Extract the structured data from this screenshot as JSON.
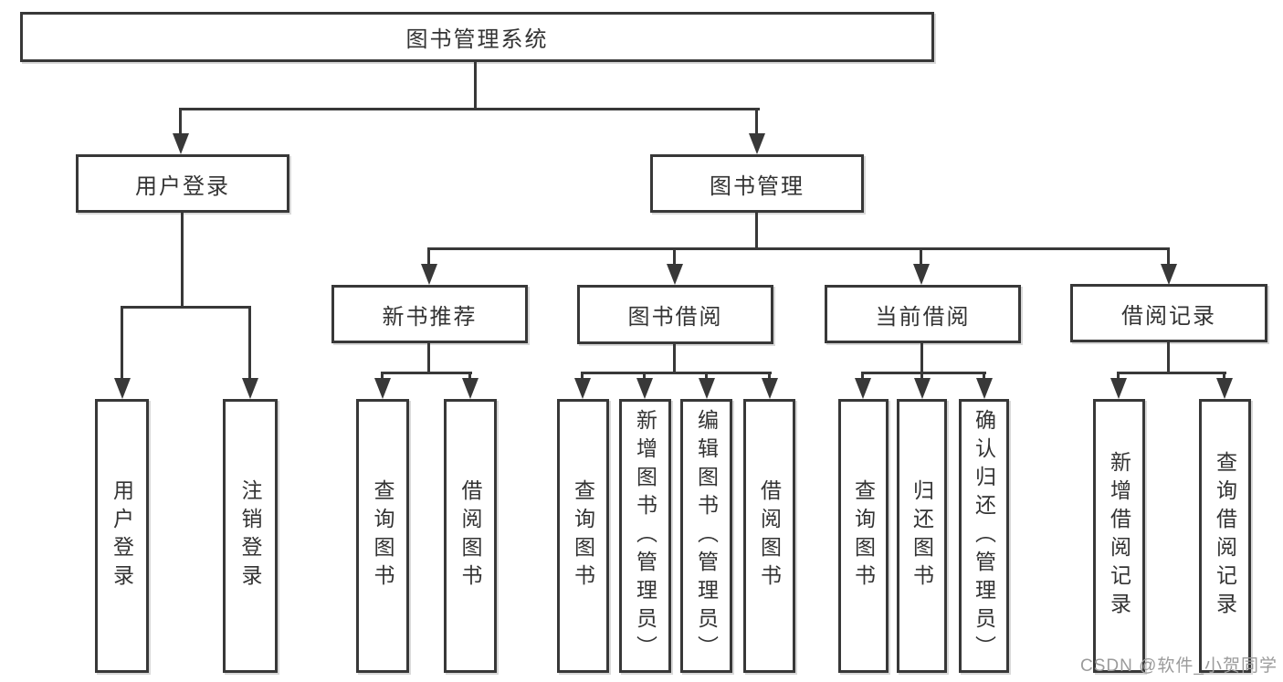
{
  "diagram": {
    "root": {
      "label": "图书管理系统"
    },
    "groups": {
      "user": {
        "label": "用户登录",
        "children": [
          "用户登录",
          "注销登录"
        ]
      },
      "book": {
        "label": "图书管理"
      },
      "new_books": {
        "label": "新书推荐",
        "children": [
          "查询图书",
          "借阅图书"
        ]
      },
      "borrow": {
        "label": "图书借阅",
        "children": [
          "查询图书",
          "新增图书（管理员）",
          "编辑图书（管理员）",
          "借阅图书"
        ]
      },
      "current": {
        "label": "当前借阅",
        "children": [
          "查询图书",
          "归还图书",
          "确认归还（管理员）"
        ]
      },
      "records": {
        "label": "借阅记录",
        "children": [
          "新增借阅记录",
          "查询借阅记录"
        ]
      }
    },
    "line_color": "#383838"
  },
  "watermark": {
    "text": "CSDN @软件_小贺同学"
  }
}
